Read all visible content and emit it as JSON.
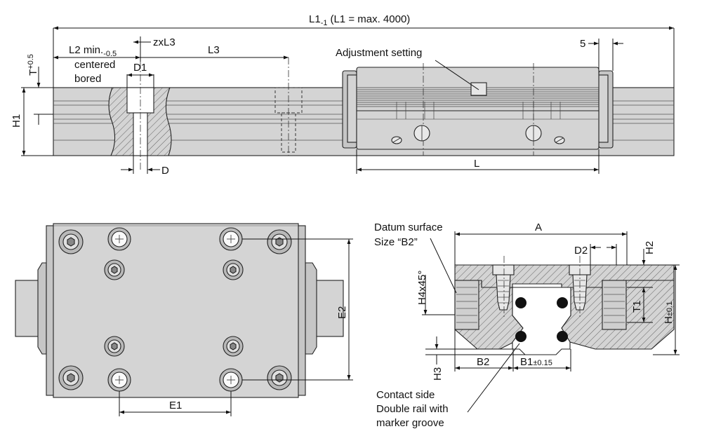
{
  "labels": {
    "l1": "L1",
    "l1_tol": "-1",
    "l1_note": "(L1 = max. 4000)",
    "l2": "L2 min.",
    "l2_tol": "-0.5",
    "zxl3": "zxL3",
    "l3": "L3",
    "centered_line1": "centered",
    "centered_line2": "bored",
    "d1": "D1",
    "t": "T",
    "t_tol": "+0.5",
    "h1": "H1",
    "d": "D",
    "adjustment": "Adjustment setting",
    "five": "5",
    "l": "L",
    "e1": "E1",
    "e2": "E2",
    "a": "A",
    "d2": "D2",
    "h2": "H2",
    "datum_line1": "Datum surface",
    "datum_line2": "Size “B2”",
    "h4": "H4x45°",
    "t1": "T1",
    "h": "H",
    "h_tol": "±0.1",
    "h3": "H3",
    "b2": "B2",
    "b1": "B1",
    "b1_tol": "±0.15",
    "contact_line1": "Contact side",
    "contact_line2": "Double rail with",
    "contact_line3": "marker groove"
  },
  "colors": {
    "body_fill": "#d4d4d4",
    "line": "#222222",
    "background": "#ffffff"
  }
}
